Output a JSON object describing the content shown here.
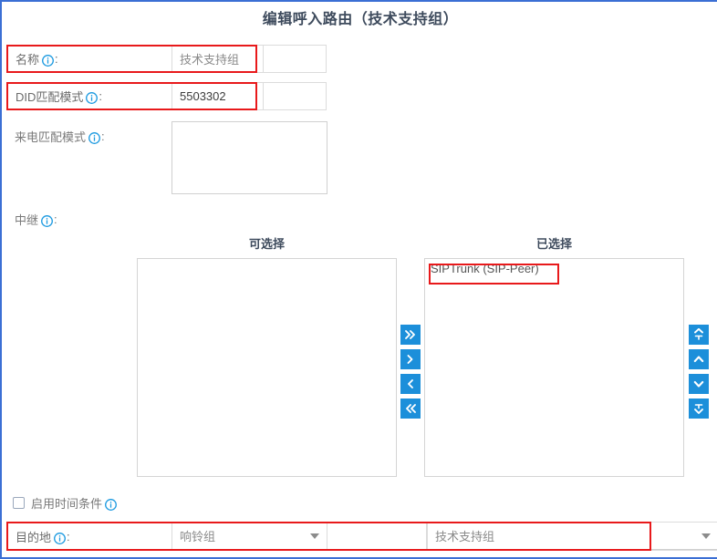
{
  "dialog": {
    "title": "编辑呼入路由（技术支持组）"
  },
  "fields": {
    "name": {
      "label": "名称",
      "suffix": ":",
      "value": "技术支持组",
      "placeholder": "技术支持组"
    },
    "did_pattern": {
      "label": "DID匹配模式",
      "suffix": ":",
      "value": "5503302",
      "placeholder": ""
    },
    "caller_pattern": {
      "label": "来电匹配模式",
      "suffix": ":",
      "value": "",
      "placeholder": ""
    },
    "trunk": {
      "label": "中继",
      "suffix": ":"
    }
  },
  "dual_list": {
    "available_header": "可选择",
    "selected_header": "已选择",
    "available_items": [],
    "selected_items": [
      "SIPTrunk (SIP-Peer)"
    ]
  },
  "transfer_buttons": [
    {
      "name": "move-all-right-button",
      "glyph": "»"
    },
    {
      "name": "move-right-button",
      "glyph": "›"
    },
    {
      "name": "move-left-button",
      "glyph": "‹"
    },
    {
      "name": "move-all-left-button",
      "glyph": "«"
    }
  ],
  "order_buttons": [
    {
      "name": "move-to-top-button",
      "glyph": "⤒"
    },
    {
      "name": "move-up-button",
      "glyph": "︿"
    },
    {
      "name": "move-down-button",
      "glyph": "﹀"
    },
    {
      "name": "move-to-bottom-button",
      "glyph": "⤓"
    }
  ],
  "time_condition": {
    "label": "启用时间条件",
    "checked": false
  },
  "destination": {
    "label": "目的地",
    "suffix": ":",
    "type_value": "响铃组",
    "target_value": "技术支持组"
  },
  "icons": {
    "info": "info-icon",
    "caret": "chevron-down-icon"
  },
  "colors": {
    "accent_blue": "#1c8fda",
    "frame_blue": "#3b6fd4",
    "highlight_red": "#e8191b",
    "label_gray": "#7a7a7a",
    "header_navy": "#3d4a5c"
  }
}
